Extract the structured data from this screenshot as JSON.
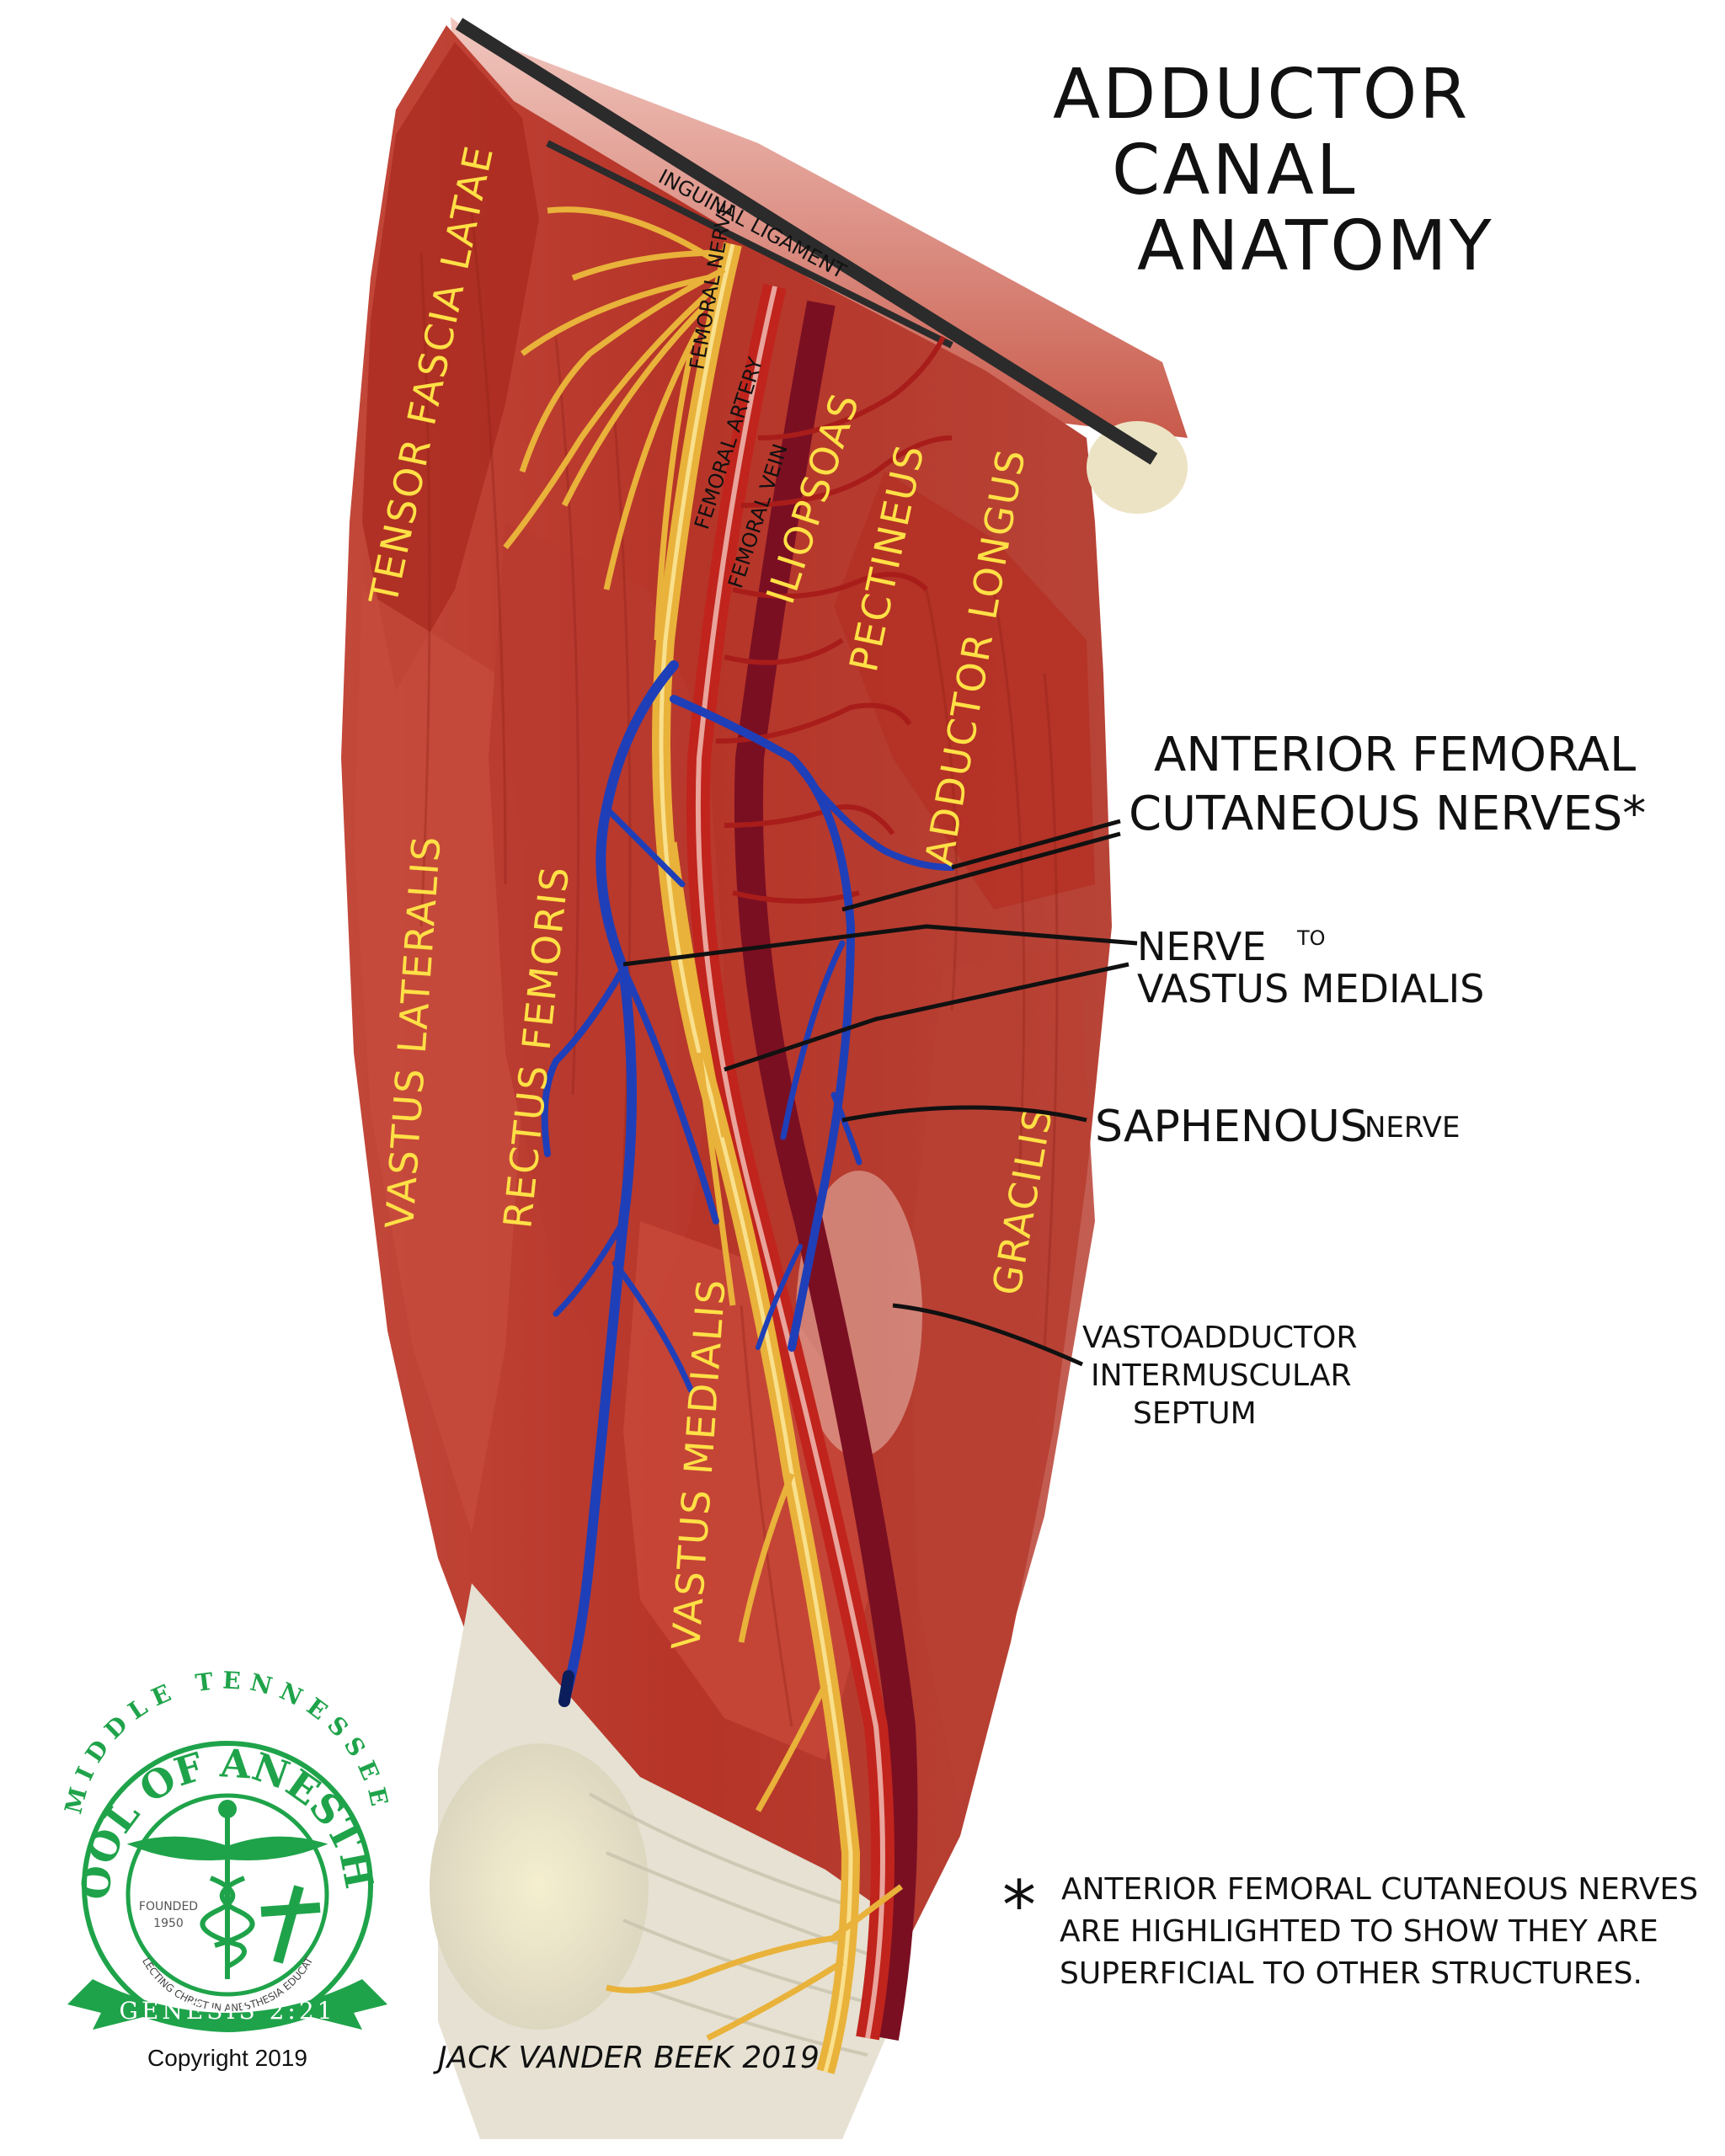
{
  "title": {
    "line1": "ADDUCTOR",
    "line2": "CANAL",
    "line3": "ANATOMY"
  },
  "labels": {
    "inguinal_ligament": "INGUINAL LIGAMENT",
    "femoral_nerve": "FEMORAL NERVE",
    "femoral_artery": "FEMORAL ARTERY",
    "femoral_vein": "FEMORAL VEIN",
    "iliopsoas": "ILIOPSOAS",
    "pectineus": "PECTINEUS",
    "tensor_fascia_latae": "TENSOR FASCIA LATAE",
    "adductor_longus": "ADDUCTOR LONGUS",
    "vastus_lateralis": "VASTUS LATERALIS",
    "rectus_femoris": "RECTUS FEMORIS",
    "vastus_medialis": "VASTUS MEDIALIS",
    "gracilis": "GRACILIS"
  },
  "callouts": {
    "afcn_line1": "ANTERIOR FEMORAL",
    "afcn_line2": "CUTANEOUS NERVES*",
    "nerve_to_vm_line1": "NERVE",
    "nerve_to_vm_to": "TO",
    "nerve_to_vm_line2": "VASTUS MEDIALIS",
    "saphenous_main": "SAPHENOUS",
    "saphenous_small": "NERVE",
    "septum_line1": "VASTOADDUCTOR",
    "septum_line2": "INTERMUSCULAR",
    "septum_line3": "SEPTUM"
  },
  "footnote": {
    "mark": "*",
    "line1": "ANTERIOR FEMORAL CUTANEOUS NERVES",
    "line2": "ARE HIGHLIGHTED TO SHOW THEY ARE",
    "line3": "SUPERFICIAL TO OTHER STRUCTURES."
  },
  "logo": {
    "arc_top": "MIDDLE TENNESSEE",
    "arc_main": "SCHOOL OF ANESTHESIA",
    "founded": "FOUNDED",
    "year": "1950",
    "motto": "REFLECTING CHRIST IN ANESTHESIA EDUCATION",
    "ribbon": "GENESIS 2:21"
  },
  "copyright": "Copyright 2019",
  "signature": "JACK VANDER BEEK 2019",
  "colors": {
    "muscle": "#b83a2e",
    "muscle_dark": "#8e2118",
    "nerve": "#e9b23a",
    "artery": "#c0241c",
    "vein": "#7a0f22",
    "cutaneous_nerve": "#1f3fb8",
    "label_yellow": "#ffe046",
    "logo_green": "#1fa34a"
  }
}
